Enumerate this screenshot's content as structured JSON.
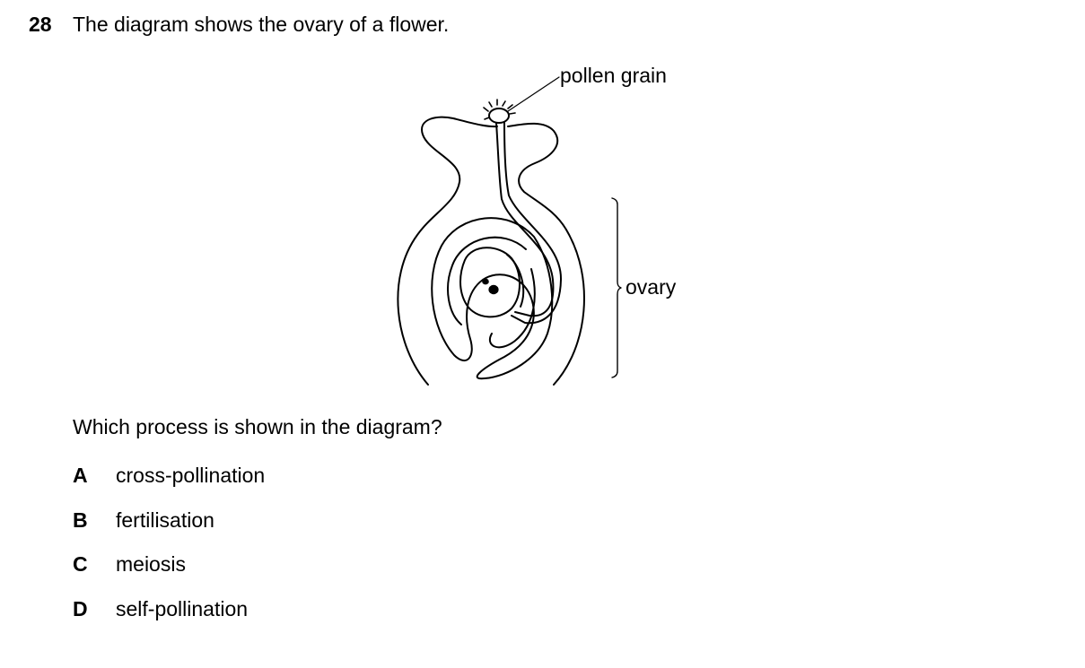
{
  "question": {
    "number": "28",
    "stem": "The diagram shows the ovary of a flower.",
    "prompt": "Which process is shown in the diagram?"
  },
  "diagram": {
    "labels": {
      "pollen_grain": "pollen grain",
      "ovary": "ovary"
    }
  },
  "options": [
    {
      "letter": "A",
      "text": "cross-pollination"
    },
    {
      "letter": "B",
      "text": "fertilisation"
    },
    {
      "letter": "C",
      "text": "meiosis"
    },
    {
      "letter": "D",
      "text": "self-pollination"
    }
  ]
}
